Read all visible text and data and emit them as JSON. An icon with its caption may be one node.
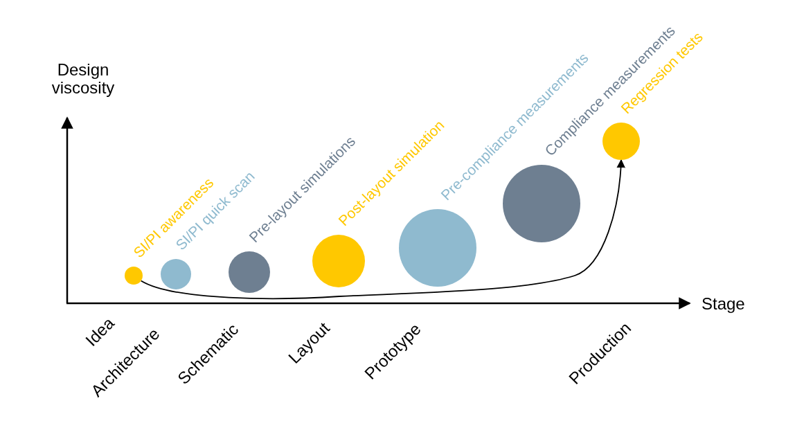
{
  "diagram": {
    "nodes": [
      {
        "text": [],
        "shape": "circle"
      },
      {
        "text": [],
        "shape": "circle"
      },
      {
        "text": [],
        "shape": "circle"
      },
      {
        "text": [],
        "shape": "circle"
      },
      {
        "text": [],
        "shape": "circle"
      },
      {
        "text": [],
        "shape": "circle"
      },
      {
        "text": [],
        "shape": "circle"
      }
    ],
    "edges": [
      {
        "from": 0,
        "to": 6,
        "arrow": "to"
      }
    ],
    "labels": [
      "Design viscosity",
      "SI/PI awareness",
      "SI/PI quick scan",
      "Pre-layout simulations",
      "Post-layout simulation",
      "Pre-compliance measurements",
      "Compliance measurements",
      "Regression tests",
      "Stage",
      "Idea",
      "Architecture",
      "Schematic",
      "Layout",
      "Prototype",
      "Production"
    ]
  }
}
